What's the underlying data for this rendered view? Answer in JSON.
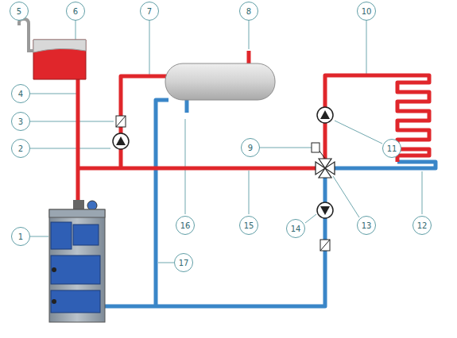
{
  "diagram": {
    "labels": [
      "5",
      "6",
      "7",
      "8",
      "10",
      "4",
      "3",
      "2",
      "9",
      "11",
      "16",
      "15",
      "14",
      "13",
      "12",
      "1",
      "17"
    ]
  }
}
